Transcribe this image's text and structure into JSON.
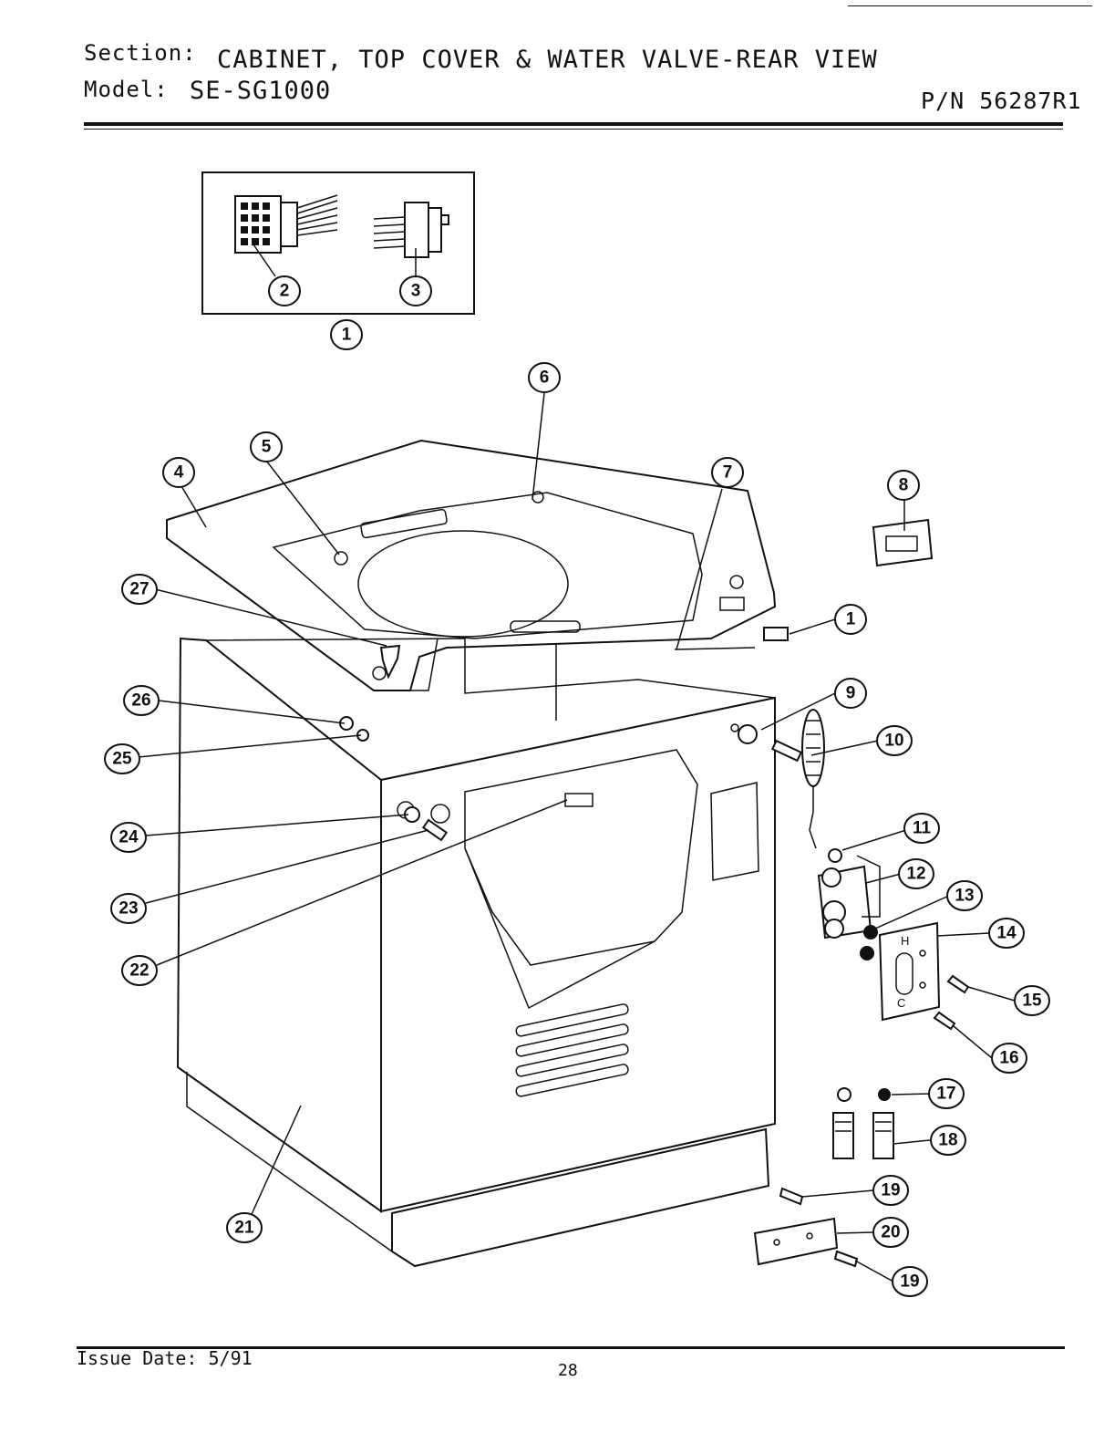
{
  "header": {
    "section_label": "Section:",
    "section_value": "CABINET, TOP COVER & WATER VALVE-REAR VIEW",
    "model_label": "Model:",
    "model_value": "SE-SG1000",
    "part_number": "P/N 56287R1"
  },
  "inset_labels": [
    "1",
    "2",
    "3"
  ],
  "callouts": [
    "1",
    "4",
    "5",
    "6",
    "7",
    "8",
    "9",
    "10",
    "11",
    "12",
    "13",
    "14",
    "15",
    "16",
    "17",
    "18",
    "19",
    "19",
    "20",
    "21",
    "22",
    "23",
    "24",
    "25",
    "26",
    "27"
  ],
  "valve_marks": {
    "hot": "H",
    "cold": "C"
  },
  "footer": {
    "issue_date": "Issue Date: 5/91",
    "page_number": "28"
  }
}
